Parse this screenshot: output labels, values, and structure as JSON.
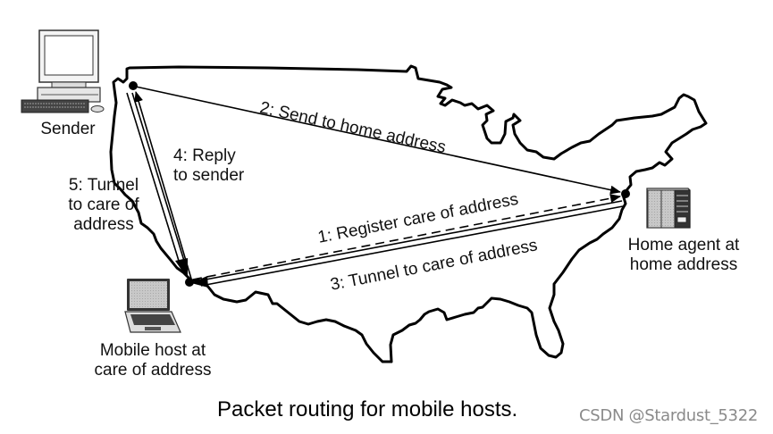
{
  "diagram": {
    "title": "Packet routing for mobile hosts.",
    "watermark": "CSDN @Stardust_5322",
    "nodes": {
      "sender": {
        "label": "Sender",
        "icon": "desktop-computer-icon"
      },
      "home_agent": {
        "label_line1": "Home agent at",
        "label_line2": "home address",
        "icon": "server-rack-icon"
      },
      "mobile_host": {
        "label_line1": "Mobile host at",
        "label_line2": "care of address",
        "icon": "laptop-icon"
      }
    },
    "steps": [
      {
        "id": 1,
        "label": "1: Register care of address",
        "style": "dashed",
        "from": "mobile_host",
        "to": "home_agent"
      },
      {
        "id": 2,
        "label": "2: Send to home address",
        "style": "solid",
        "from": "sender",
        "to": "home_agent"
      },
      {
        "id": 3,
        "label": "3: Tunnel to care of address",
        "style": "tunnel",
        "from": "home_agent",
        "to": "mobile_host"
      },
      {
        "id": 4,
        "label_line1": "4: Reply",
        "label_line2": "to sender",
        "style": "solid",
        "from": "mobile_host",
        "to": "sender"
      },
      {
        "id": 5,
        "label_line1": "5: Tunnel",
        "label_line2": "to care of",
        "label_line3": "address",
        "style": "tunnel",
        "from": "sender",
        "to": "mobile_host"
      }
    ],
    "colors": {
      "ink": "#000000",
      "background": "#ffffff",
      "watermark": "#8a8a8a",
      "device_gray": "#bdbdbd"
    }
  }
}
